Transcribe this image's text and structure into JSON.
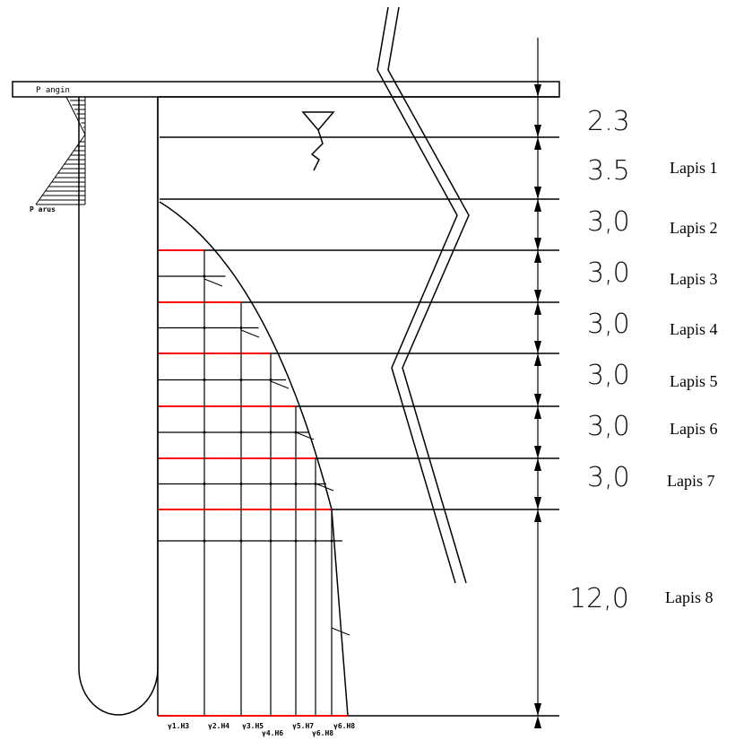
{
  "labels": {
    "p_angin": "P angin",
    "p_arus": "P arus"
  },
  "layers": [
    {
      "dim": "2.3",
      "lapis": ""
    },
    {
      "dim": "3.5",
      "lapis": "Lapis 1"
    },
    {
      "dim": "3,0",
      "lapis": "Lapis 2"
    },
    {
      "dim": "3,0",
      "lapis": "Lapis 3"
    },
    {
      "dim": "3,0",
      "lapis": "Lapis 4"
    },
    {
      "dim": "3,0",
      "lapis": "Lapis 5"
    },
    {
      "dim": "3,0",
      "lapis": "Lapis 6"
    },
    {
      "dim": "3,0",
      "lapis": "Lapis 7"
    },
    {
      "dim": "12,0",
      "lapis": "Lapis 8"
    }
  ],
  "bottom_labels": [
    "γ1.H3",
    "γ2.H4",
    "γ3.H5",
    "γ4.H6",
    "γ5.H7",
    "γ6.H8",
    "γ6.H8"
  ],
  "colors": {
    "line": "#000000",
    "highlight": "#ff0000"
  }
}
